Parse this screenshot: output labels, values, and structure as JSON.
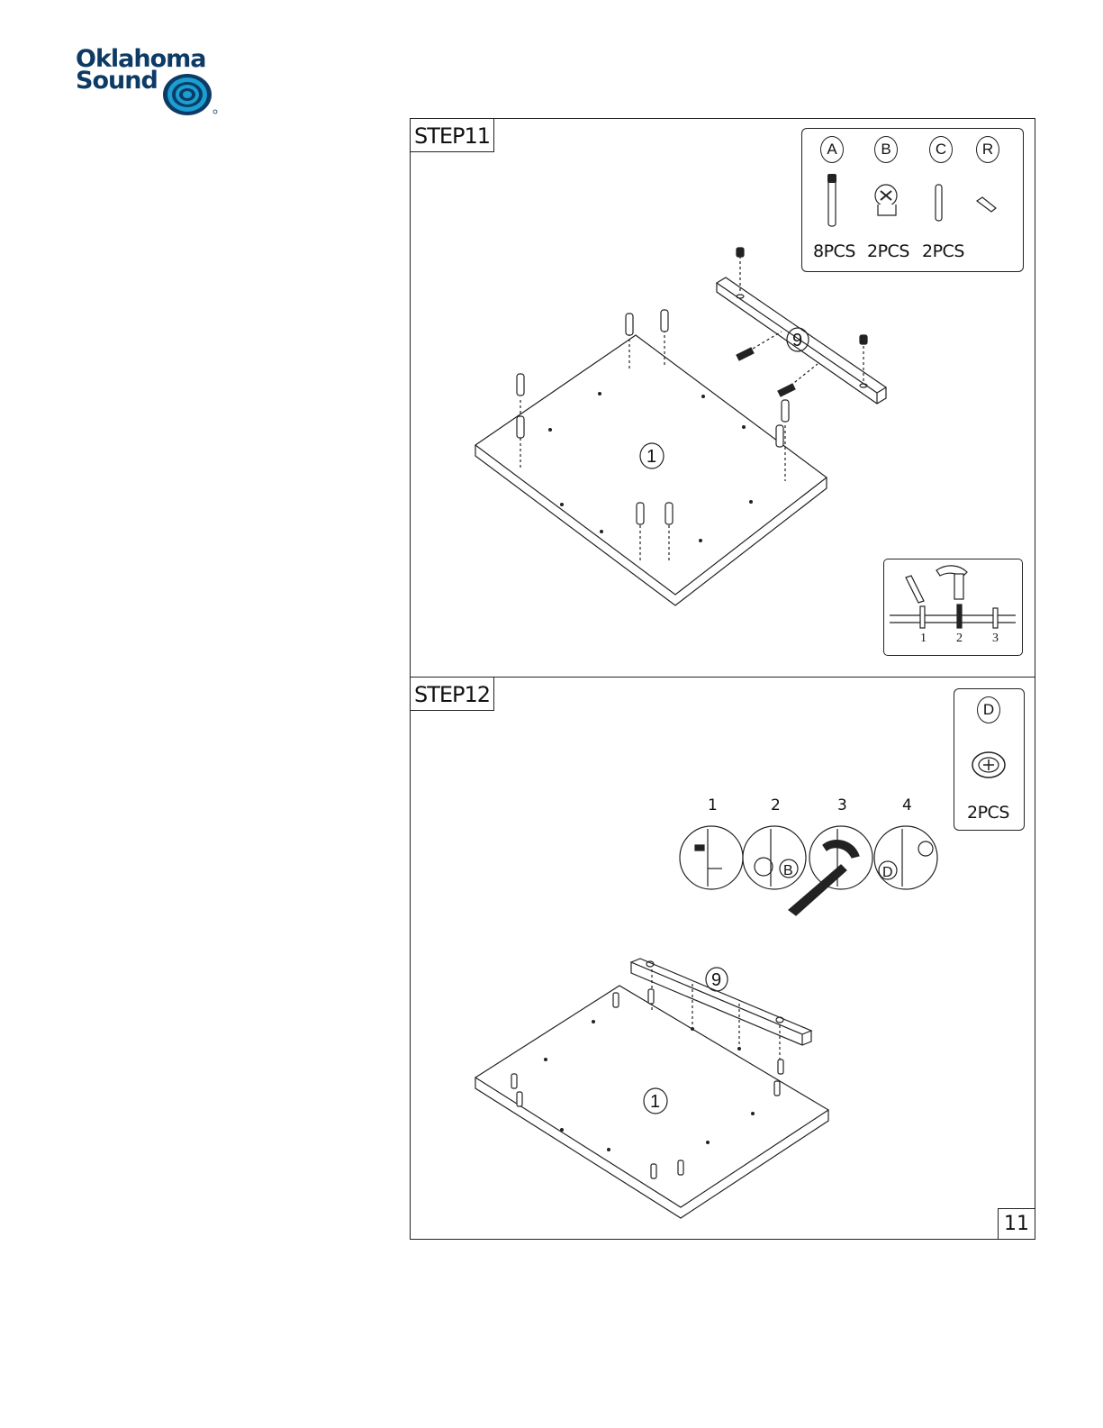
{
  "logo": {
    "line1": "Oklahoma",
    "line2": "Sound",
    "brand_color": "#0d3b66",
    "accent_color": "#1a9fd1"
  },
  "step11": {
    "label": "STEP11",
    "parts": [
      {
        "letter": "A",
        "qty": "8PCS"
      },
      {
        "letter": "B",
        "qty": "2PCS"
      },
      {
        "letter": "C",
        "qty": "2PCS"
      },
      {
        "letter": "R",
        "qty": ""
      }
    ],
    "panel_number": "1",
    "rail_number": "9",
    "hammer_steps": [
      "1",
      "2",
      "3"
    ]
  },
  "step12": {
    "label": "STEP12",
    "parts": [
      {
        "letter": "D",
        "qty": "2PCS"
      }
    ],
    "detail_steps": [
      "1",
      "2",
      "3",
      "4"
    ],
    "detail_b_label": "B",
    "detail_d_label": "D",
    "panel_number": "1",
    "rail_number": "9"
  },
  "page_number": "11"
}
